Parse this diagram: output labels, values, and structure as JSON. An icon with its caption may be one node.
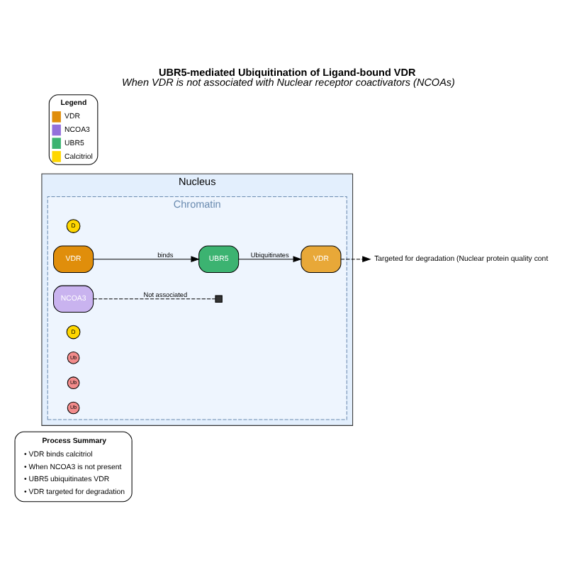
{
  "diagram": {
    "title": "UBR5-mediated Ubiquitination of Ligand-bound VDR",
    "caption": "When VDR is not associated with Nuclear receptor coactivators (NCOAs)",
    "nodes": [
      {
        "text": [
          "Process Summary",
          "• VDR binds calcitriol",
          "• When NCOA3 is not present",
          "• UBR5 ubiquitinates VDR",
          "• VDR targeted for degradation"
        ]
      },
      {
        "text": [
          "Nucleus"
        ]
      },
      {
        "text": [
          "Chromatin"
        ],
        "in": 1
      },
      {
        "text": [
          "D"
        ],
        "in": 2
      },
      {
        "text": [
          "VDR"
        ],
        "in": 2
      },
      {
        "text": [
          "UBR5"
        ],
        "in": 2
      },
      {
        "text": [
          "NCOA3"
        ],
        "in": 2
      },
      {
        "text": [],
        "shape": "box",
        "in": 2
      },
      {
        "text": [
          "D"
        ],
        "in": 2
      },
      {
        "text": [
          "Ub"
        ],
        "in": 2
      },
      {
        "text": [
          "Ub"
        ],
        "in": 2
      },
      {
        "text": [
          "Ub"
        ],
        "in": 2
      },
      {
        "text": [
          "VDR"
        ],
        "in": 2
      },
      {
        "text": [
          "Targeted for degradation (Nuclear protein quality cont"
        ]
      }
    ],
    "edges": [
      {
        "from": 4,
        "to": 5,
        "label": "binds",
        "arrow": "to"
      },
      {
        "from": 6,
        "to": 7,
        "label": "Not associated",
        "arrow": "none",
        "style": "dashed"
      },
      {
        "from": 5,
        "to": 12,
        "label": "Ubiquitinates",
        "arrow": "to"
      },
      {
        "from": 12,
        "to": 13,
        "arrow": "to",
        "style": "dashed"
      }
    ],
    "labels": [
      "Legend"
    ],
    "legend": [
      {
        "text": "VDR",
        "color": "#e08e0b"
      },
      {
        "text": "NCOA3",
        "color": "#9370db"
      },
      {
        "text": "UBR5",
        "color": "#3cb371"
      },
      {
        "text": "Calcitriol",
        "color": "#ffd700"
      }
    ]
  }
}
